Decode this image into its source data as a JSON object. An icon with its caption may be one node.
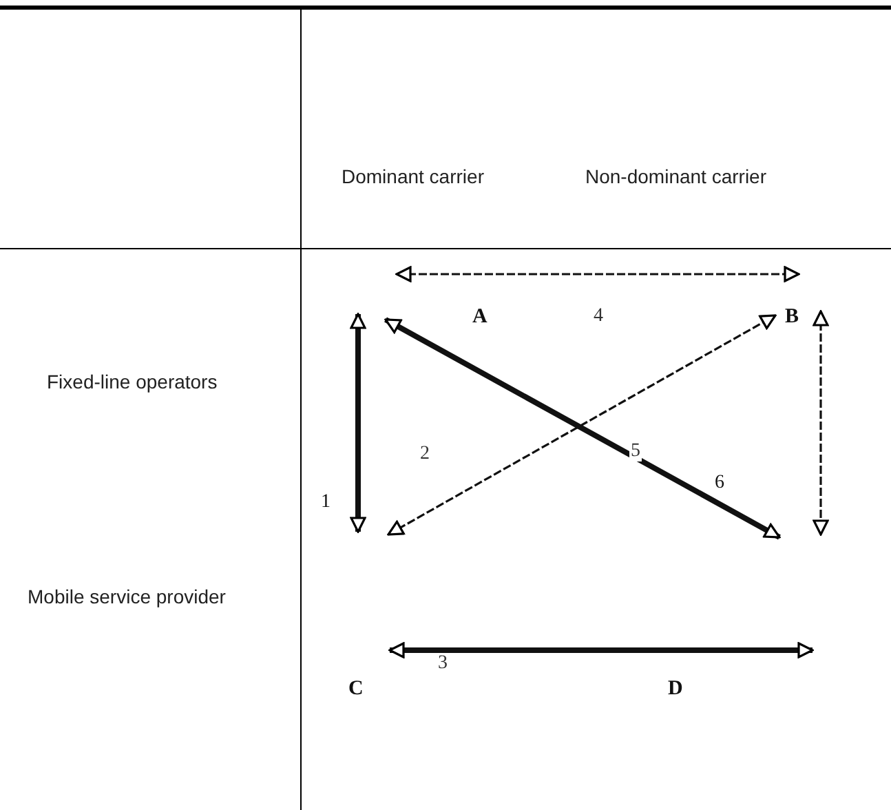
{
  "diagram": {
    "nodes": [
      {
        "text": [
          "A"
        ]
      },
      {
        "text": [
          "B"
        ]
      },
      {
        "text": [
          "C"
        ]
      },
      {
        "text": [
          "D"
        ]
      }
    ],
    "edges": [
      {
        "from": null,
        "to": 1,
        "arrow": "both",
        "label": "2",
        "style": "dashed"
      },
      {
        "from": 2,
        "to": 3,
        "arrow": "both",
        "label": "3",
        "style": "thick"
      },
      {
        "from": 0,
        "to": 1,
        "arrow": "both",
        "label": "4",
        "style": "dashed"
      },
      {
        "from": 0,
        "to": null,
        "arrow": "both",
        "label": "5",
        "style": "thick"
      },
      {
        "from": 1,
        "to": null,
        "arrow": "both",
        "style": "dashed"
      }
    ],
    "labels": [
      "Dominant carrier",
      "Non-dominant carrier",
      "Fixed-line operators",
      "1",
      "6",
      "Mobile service provider"
    ]
  }
}
